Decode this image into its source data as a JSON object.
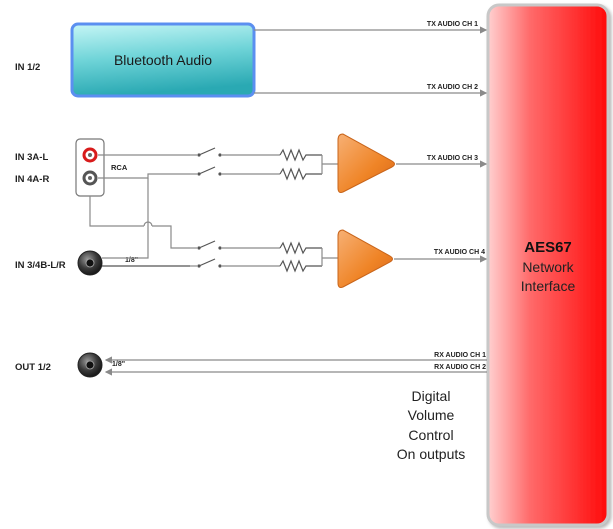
{
  "inputs": {
    "in12": "IN 1/2",
    "in3a": "IN 3A-L",
    "in4a": "IN 4A-R",
    "in34b": "IN 3/4B-L/R",
    "rca": "RCA",
    "eighth_in": "1/8\""
  },
  "bluetooth": {
    "label": "Bluetooth Audio"
  },
  "channels": {
    "tx1": "TX AUDIO CH 1",
    "tx2": "TX AUDIO CH 2",
    "tx3": "TX AUDIO CH  3",
    "tx4": "TX AUDIO CH  4",
    "rx1": "RX AUDIO CH 1",
    "rx2": "RX AUDIO CH 2"
  },
  "outputs": {
    "out12": "OUT 1/2",
    "eighth_out": "1/8\""
  },
  "network": {
    "line1": "AES67",
    "line2": "Network",
    "line3": "Interface"
  },
  "note": {
    "line1": "Digital",
    "line2": "Volume",
    "line3": "Control",
    "line4": "On outputs"
  },
  "colors": {
    "bluetooth_fill_top": "#a9eeee",
    "bluetooth_fill_bottom": "#2fb6bf",
    "bluetooth_border": "#5b8ff0",
    "network_fill_left": "#ffb0b0",
    "network_fill_right": "#ff1010",
    "amplifier": "#f08a2c",
    "rca_red": "#d81b1b"
  }
}
